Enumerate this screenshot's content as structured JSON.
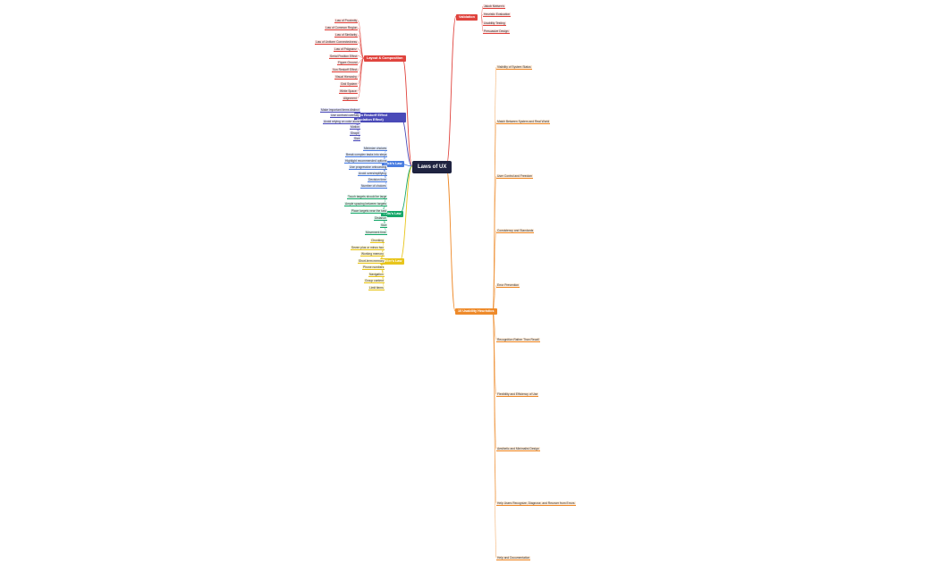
{
  "root": {
    "label": "Laws of UX"
  },
  "branches": [
    {
      "key": "validation",
      "label": "Validation",
      "color": "#e0443e",
      "tint": "#fde1df",
      "items": [
        "Jakob Nielsen's",
        "Heuristic Evaluation",
        "Usability Testing",
        "Persuasive Design"
      ]
    },
    {
      "key": "layout",
      "label": "Layout & Composition",
      "color": "#e0443e",
      "tint": "#fde1df",
      "items": [
        "Law of Proximity",
        "Law of Common Region",
        "Law of Similarity",
        "Law of Uniform Connectedness",
        "Law of Prägnanz",
        "Serial Position Effect",
        "Figure-Ground",
        "Von Restorff Effect",
        "Visual Hierarchy",
        "Grid System",
        "White Space",
        "Alignment"
      ]
    },
    {
      "key": "vonrestorff",
      "label": "Von Restorff Effect (Isolation Effect)",
      "color": "#4a4ab8",
      "tint": "#e3e3fa",
      "items": [
        "Make important items distinct",
        "Use contrast carefully",
        "Avoid relying on color alone",
        "Motion",
        "Shape",
        "Size"
      ]
    },
    {
      "key": "hick",
      "label": "Hick's Law",
      "color": "#4a7de0",
      "tint": "#e1eafc",
      "items": [
        "Minimize choices",
        "Break complex tasks into steps",
        "Highlight recommended options",
        "Use progressive onboarding",
        "Avoid oversimplifying",
        "Decision time",
        "Number of choices"
      ]
    },
    {
      "key": "fitts",
      "label": "Fitts's Law",
      "color": "#18a86b",
      "tint": "#dcf5ea",
      "items": [
        "Touch targets should be large",
        "Ample spacing between targets",
        "Place targets near the task",
        "Distance",
        "Size",
        "Movement time"
      ]
    },
    {
      "key": "miller",
      "label": "Miller's Law",
      "color": "#e8c51c",
      "tint": "#fcf5d2",
      "items": [
        "Chunking",
        "Seven plus or minus two",
        "Working memory",
        "Short-term memory",
        "Phone numbers",
        "Navigation",
        "Group content",
        "Limit items"
      ]
    },
    {
      "key": "heuristics",
      "label": "10 Usability Heuristics",
      "color": "#ee8a2a",
      "tint": "#fdebd9",
      "items": [
        "Visibility of System Status",
        "Match Between System and Real World",
        "User Control and Freedom",
        "Consistency and Standards",
        "Error Prevention",
        "Recognition Rather Than Recall",
        "Flexibility and Efficiency of Use",
        "Aesthetic and Minimalist Design",
        "Help Users Recognize, Diagnose, and Recover from Errors",
        "Help and Documentation"
      ]
    }
  ]
}
